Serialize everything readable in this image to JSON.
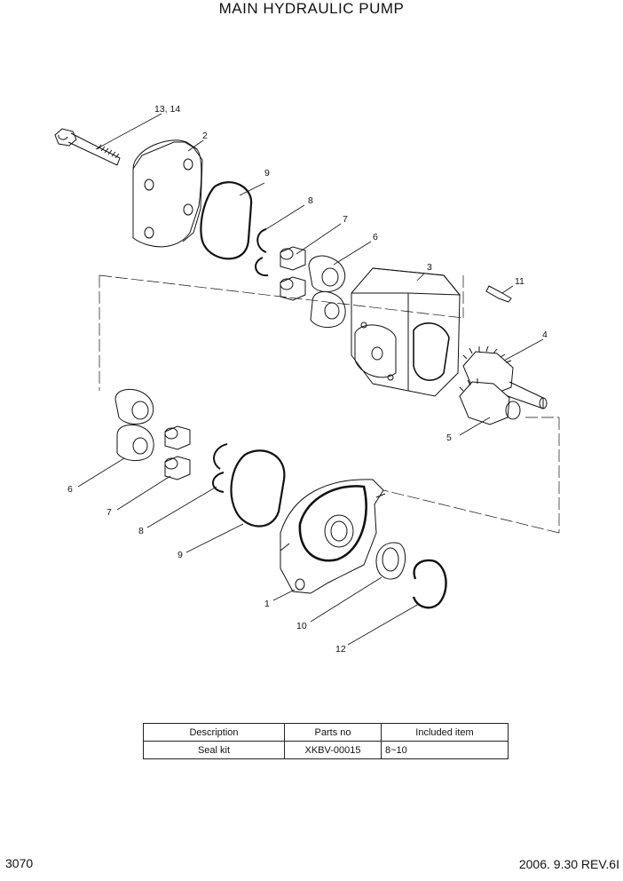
{
  "title": "MAIN HYDRAULIC PUMP",
  "callouts": {
    "c13_14": "13, 14",
    "c2": "2",
    "c9a": "9",
    "c8a": "8",
    "c7a": "7",
    "c6a": "6",
    "c3": "3",
    "c11": "11",
    "c4": "4",
    "c5": "5",
    "c6b": "6",
    "c7b": "7",
    "c8b": "8",
    "c9b": "9",
    "c1": "1",
    "c10": "10",
    "c12": "12"
  },
  "table": {
    "headers": [
      "Description",
      "Parts no",
      "Included item"
    ],
    "rows": [
      [
        "Seal kit",
        "XKBV-00015",
        "8~10"
      ]
    ]
  },
  "footer": {
    "page": "3070",
    "revision": "2006. 9.30  REV.6I"
  }
}
